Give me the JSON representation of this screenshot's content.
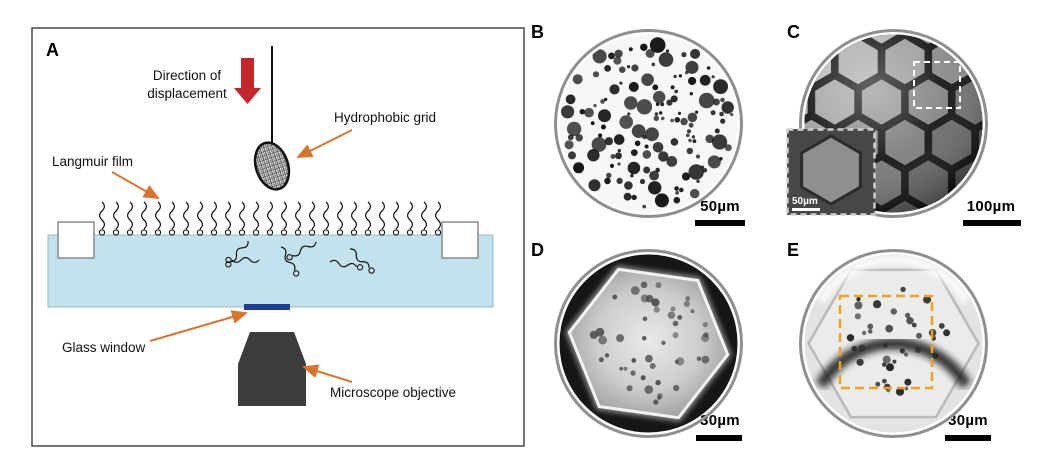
{
  "panels": {
    "a": {
      "label": "A",
      "annotations": {
        "direction_line1": "Direction of",
        "direction_line2": "displacement",
        "hydrophobic_grid": "Hydrophobic grid",
        "langmuir_film": "Langmuir film",
        "glass_window": "Glass window",
        "microscope_objective": "Microscope objective"
      }
    },
    "b": {
      "label": "B",
      "scale_bar": "50µm"
    },
    "c": {
      "label": "C",
      "scale_bar": "100µm",
      "inset_scale_bar": "50µm"
    },
    "d": {
      "label": "D",
      "scale_bar": "30µm"
    },
    "e": {
      "label": "E",
      "scale_bar": "30µm"
    }
  },
  "colors": {
    "displacement_arrow_red": "#c3272b",
    "annotation_arrow_orange": "#d9742e",
    "water_blue": "#c3e2ee",
    "glass_window_blue": "#1e3e97",
    "objective_gray": "#3d3d3d",
    "roi_dashed_orange": "#f0a21e"
  }
}
